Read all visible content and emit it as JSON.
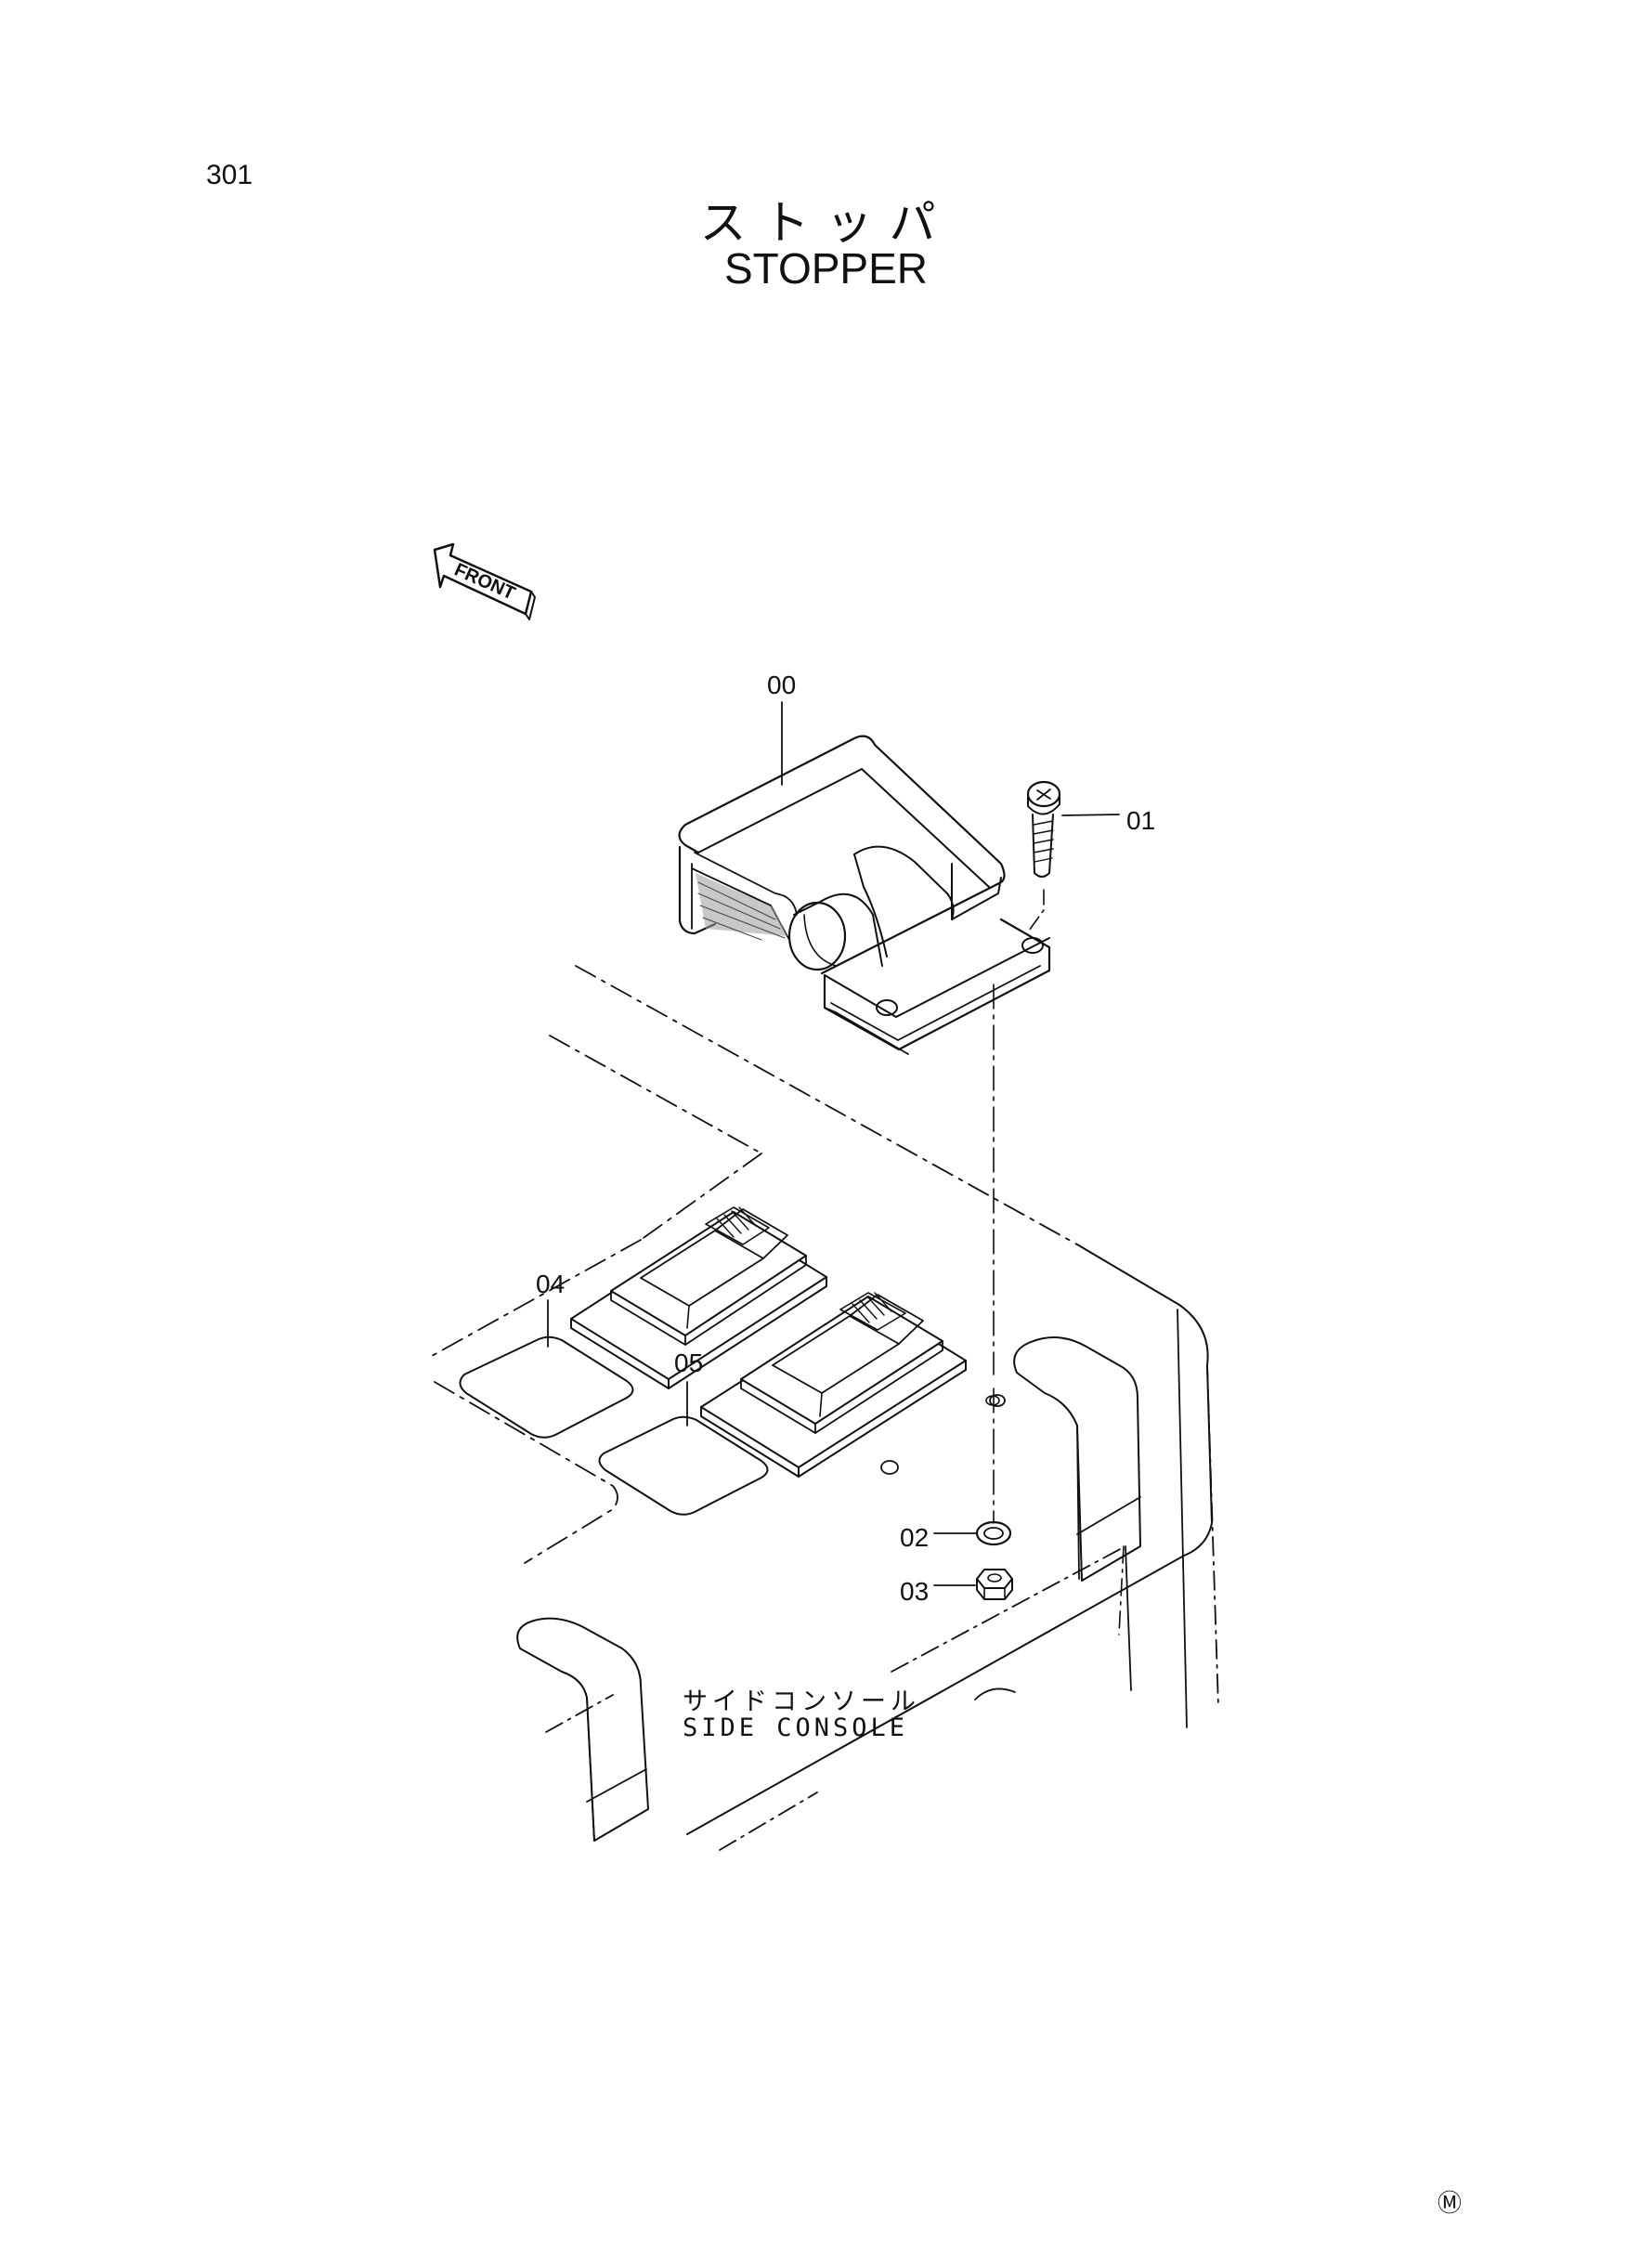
{
  "page": {
    "number": "301",
    "title_jp": "ストッパ",
    "title_en": "STOPPER"
  },
  "front_arrow": {
    "label": "FRONT",
    "icon": "front-arrow-icon"
  },
  "callouts": {
    "c00": "00",
    "c01": "01",
    "c02": "02",
    "c03": "03",
    "c04": "04",
    "c05": "05"
  },
  "console": {
    "label_jp": "サイドコンソール",
    "label_en": "SIDE CONSOLE"
  },
  "footer": {
    "mark": "Ⓜ"
  },
  "colors": {
    "ink": "#111111",
    "paper": "#ffffff",
    "hatch": "#9a9a9a"
  }
}
